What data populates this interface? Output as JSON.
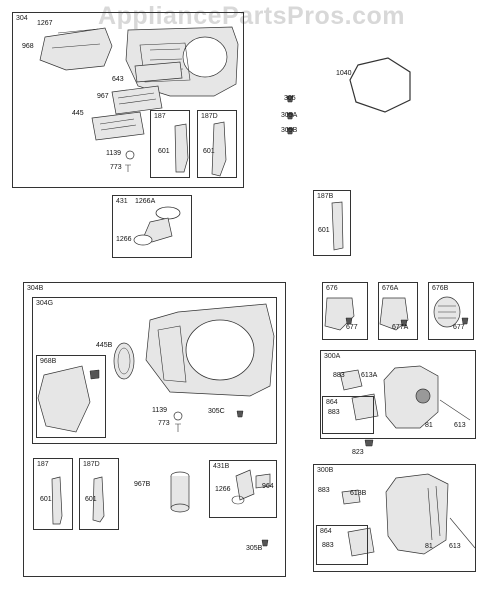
{
  "watermark": "AppliancePartsPros.com",
  "boxes": {
    "b304": "304",
    "b187": "187",
    "b187D": "187D",
    "b431": "431",
    "b187B": "187B",
    "b304B": "304B",
    "b304G": "304G",
    "b968B": "968B",
    "b676": "676",
    "b676A": "676A",
    "b676B": "676B",
    "b300A": "300A",
    "b864a": "864",
    "b187b": "187",
    "b187Db": "187D",
    "b431B": "431B",
    "b300B": "300B",
    "b864b": "864"
  },
  "labels": {
    "l1267": "1267",
    "l968": "968",
    "l643": "643",
    "l967": "967",
    "l445": "445",
    "l1139": "1139",
    "l773": "773",
    "l601a": "601",
    "l601b": "601",
    "l1040": "1040",
    "l305": "305",
    "l305A": "305A",
    "l305B": "305B",
    "l1266A": "1266A",
    "l1266": "1266",
    "l601c": "601",
    "l445B": "445B",
    "l1139b": "1139",
    "l305C": "305C",
    "l773b": "773",
    "l677a": "677",
    "l677A": "677A",
    "l677b": "677",
    "l883a": "883",
    "l613A": "613A",
    "l883b": "883",
    "l81a": "81",
    "l613a": "613",
    "l823": "823",
    "l601d": "601",
    "l601e": "601",
    "l967B": "967B",
    "l1266b": "1266",
    "l964": "964",
    "l305Bb": "305B",
    "l883c": "883",
    "l613B": "613B",
    "l883d": "883",
    "l81b": "81",
    "l613b": "613"
  }
}
